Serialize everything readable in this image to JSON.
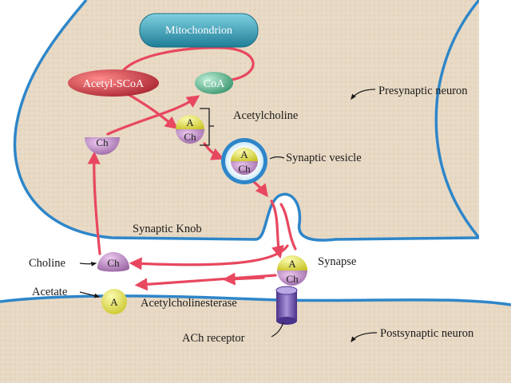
{
  "labels": {
    "mitochondrion": "Mitochondrion",
    "acetyl_scoa": "Acetyl-SCoA",
    "coa": "CoA",
    "acetylcholine": "Acetylcholine",
    "presynaptic_neuron": "Presynaptic neuron",
    "synaptic_vesicle": "Synaptic vesicle",
    "synaptic_knob": "Synaptic Knob",
    "choline": "Choline",
    "synapse": "Synapse",
    "acetate": "Acetate",
    "acetylcholinesterase": "Acetylcholinesterase",
    "ach_receptor": "ACh receptor",
    "postsynaptic_neuron": "Postsynaptic neuron"
  },
  "molecules": {
    "acetyl_letter": "A",
    "choline_letters": "Ch"
  },
  "colors": {
    "cytoplasm": "#e8d9c4",
    "membrane": "#2e86c9",
    "pathway_arrow": "#e8475f",
    "mitochondrion": "#2f9bb5",
    "acetyl_scoa": "#c8313e",
    "coa": "#3fa57a",
    "acetyl_group": "#e3e04c",
    "choline_group": "#b77fbf",
    "receptor": "#6f52a8"
  }
}
